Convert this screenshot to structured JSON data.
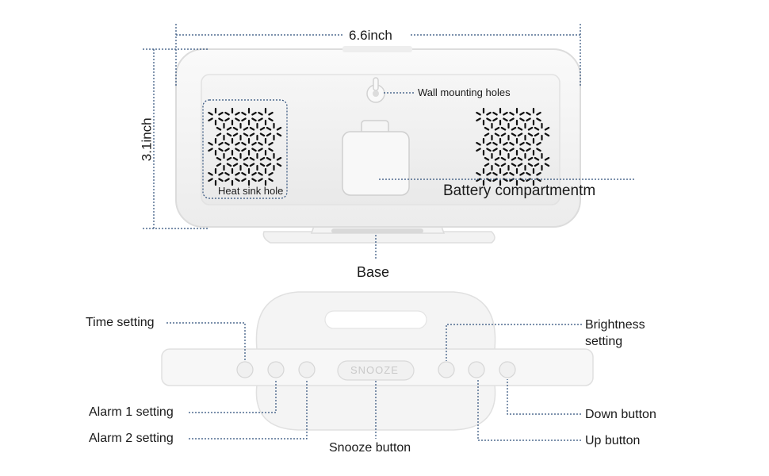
{
  "dimensions": {
    "width_label": "6.6inch",
    "height_label": "3.1inch"
  },
  "front_view": {
    "wall_mount_label": "Wall mounting holes",
    "heat_sink_label": "Heat sink hole",
    "battery_label": "Battery compartmentm",
    "base_label": "Base"
  },
  "back_view": {
    "snooze_key_text": "SNOOZE",
    "buttons": {
      "time_setting": "Time setting",
      "alarm1_setting": "Alarm 1 setting",
      "alarm2_setting": "Alarm 2 setting",
      "snooze_button": "Snooze button",
      "brightness_line1": "Brightness",
      "brightness_line2": "setting",
      "down_button": "Down button",
      "up_button": "Up button"
    }
  },
  "colors": {
    "leader_line": "#2f4f7a",
    "device_fill": "#ffffff",
    "device_shadow": "#dcdcdc",
    "vent_slot": "#111111"
  }
}
